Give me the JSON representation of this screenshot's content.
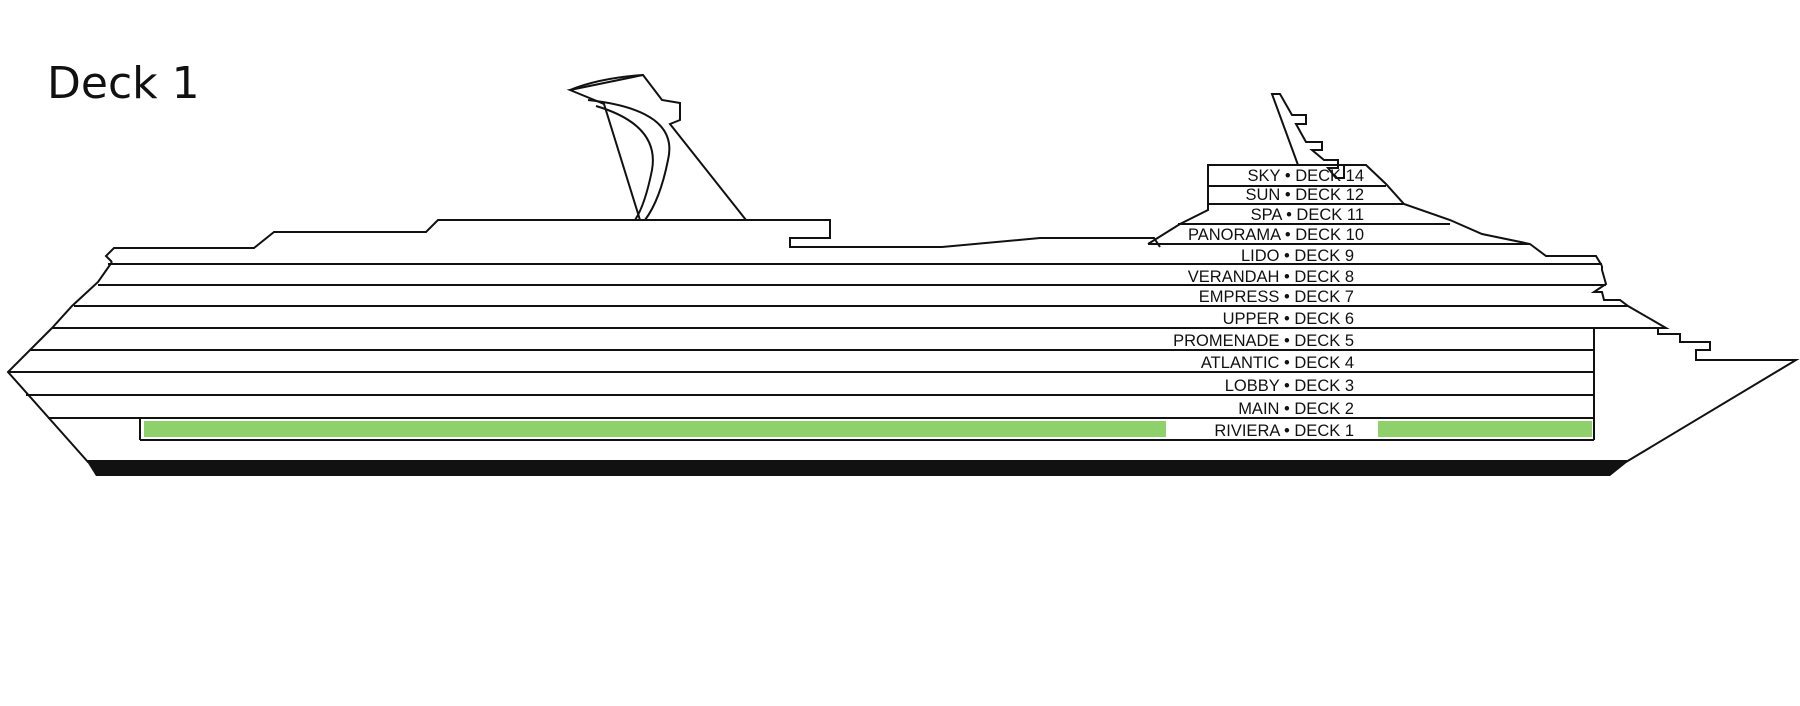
{
  "page": {
    "title": "Deck 1"
  },
  "theme": {
    "highlight_color": "#8ed16b",
    "line_color": "#111111"
  },
  "selected_deck": "RIVIERA • DECK 1",
  "decks": [
    {
      "id": "deck14",
      "label": "SKY • DECK 14"
    },
    {
      "id": "deck12",
      "label": "SUN • DECK 12"
    },
    {
      "id": "deck11",
      "label": "SPA • DECK 11"
    },
    {
      "id": "deck10",
      "label": "PANORAMA • DECK 10"
    },
    {
      "id": "deck9",
      "label": "LIDO • DECK 9"
    },
    {
      "id": "deck8",
      "label": "VERANDAH • DECK 8"
    },
    {
      "id": "deck7",
      "label": "EMPRESS • DECK 7"
    },
    {
      "id": "deck6",
      "label": "UPPER • DECK 6"
    },
    {
      "id": "deck5",
      "label": "PROMENADE • DECK 5"
    },
    {
      "id": "deck4",
      "label": "ATLANTIC • DECK 4"
    },
    {
      "id": "deck3",
      "label": "LOBBY • DECK 3"
    },
    {
      "id": "deck2",
      "label": "MAIN • DECK 2"
    },
    {
      "id": "deck1",
      "label": "RIVIERA • DECK 1"
    }
  ]
}
